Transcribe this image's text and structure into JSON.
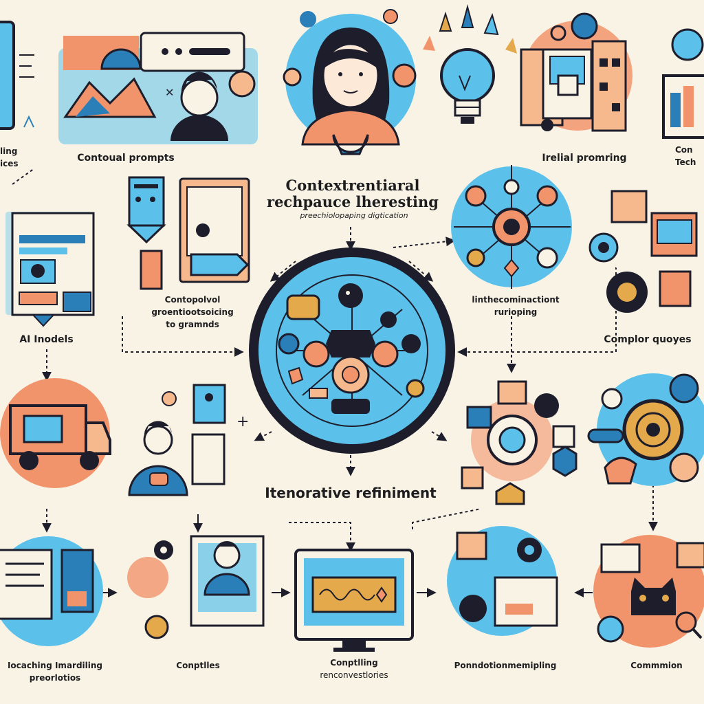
{
  "center": {
    "title_line1": "Contextrentiaral",
    "title_line2": "rechpauce lheresting",
    "subtitle": "preechiolopaping digtication"
  },
  "labels": {
    "top_left_cut_1": "ling",
    "top_left_cut_2": "ices",
    "contextual_prompts": "Contoual prompts",
    "initial_prompting": "Irelial promring",
    "top_right_cut_1": "Con",
    "top_right_cut_2": "Tech",
    "ai_models": "AI Inodels",
    "contextual_grounding_1": "Contopolvol",
    "contextual_grounding_2": "groentiootsoicing",
    "contextual_grounding_3": "to gramnds",
    "interconnection_1": "linthecominactiont",
    "interconnection_2": "rurioping",
    "complex_queries": "Complor quoyes",
    "iterative_refinement": "Itenorative refiniment",
    "bottom_1_line1": "Iocaching Imardiling",
    "bottom_1_line2": "preorlotios",
    "bottom_2": "Conptlles",
    "bottom_3_line1": "Conptlling",
    "bottom_3_line2": "renconvestlories",
    "bottom_4": "Ponndotionmemipling",
    "bottom_5": "Commmion"
  },
  "colors": {
    "background": "#f9f3e6",
    "blue": "#5cc1ea",
    "dark_blue": "#2a7fb8",
    "orange": "#f2946b",
    "peach": "#f6b98d",
    "navy": "#1d1d2b",
    "gold": "#e3a94b"
  }
}
